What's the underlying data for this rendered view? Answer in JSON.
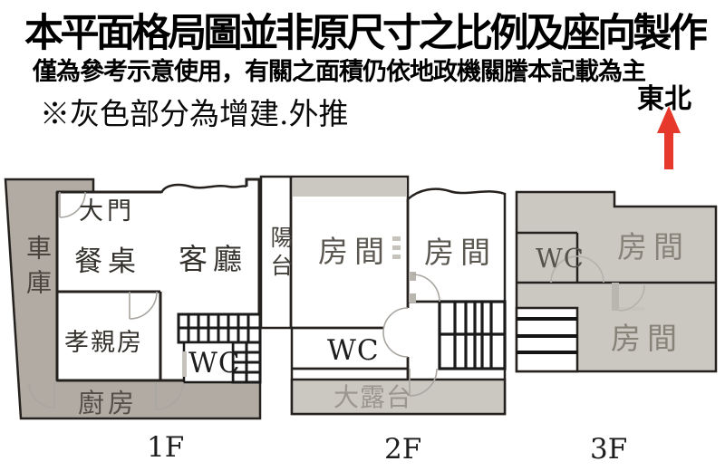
{
  "header": {
    "title": "本平面格局圖並非原尺寸之比例及座向製作",
    "subtitle": "僅為參考示意使用，有關之面積仍依地政機關謄本記載為主",
    "note": "※灰色部分為增建.外推"
  },
  "compass": {
    "direction": "東北",
    "arrow_color": "#e6392c"
  },
  "colors": {
    "addition_dark_gray": "#b2aba3",
    "addition_light_gray": "#cbc7c1",
    "wall": "#24211e",
    "door_arc_gray": "#a9a5a0"
  },
  "floors": {
    "f1": {
      "label": "1F",
      "rooms": {
        "garage": "車庫",
        "entry": "大門",
        "dining": "餐桌",
        "living": "客廳",
        "parents_room": "孝親房",
        "wc": "WC",
        "kitchen": "廚房"
      }
    },
    "f2": {
      "label": "2F",
      "rooms": {
        "balcony": "陽台",
        "room_left": "房間",
        "room_right": "房間",
        "wc": "WC",
        "terrace": "大露台"
      }
    },
    "f3": {
      "label": "3F",
      "rooms": {
        "wc": "WC",
        "room_top": "房間",
        "room_bottom": "房間"
      }
    }
  }
}
